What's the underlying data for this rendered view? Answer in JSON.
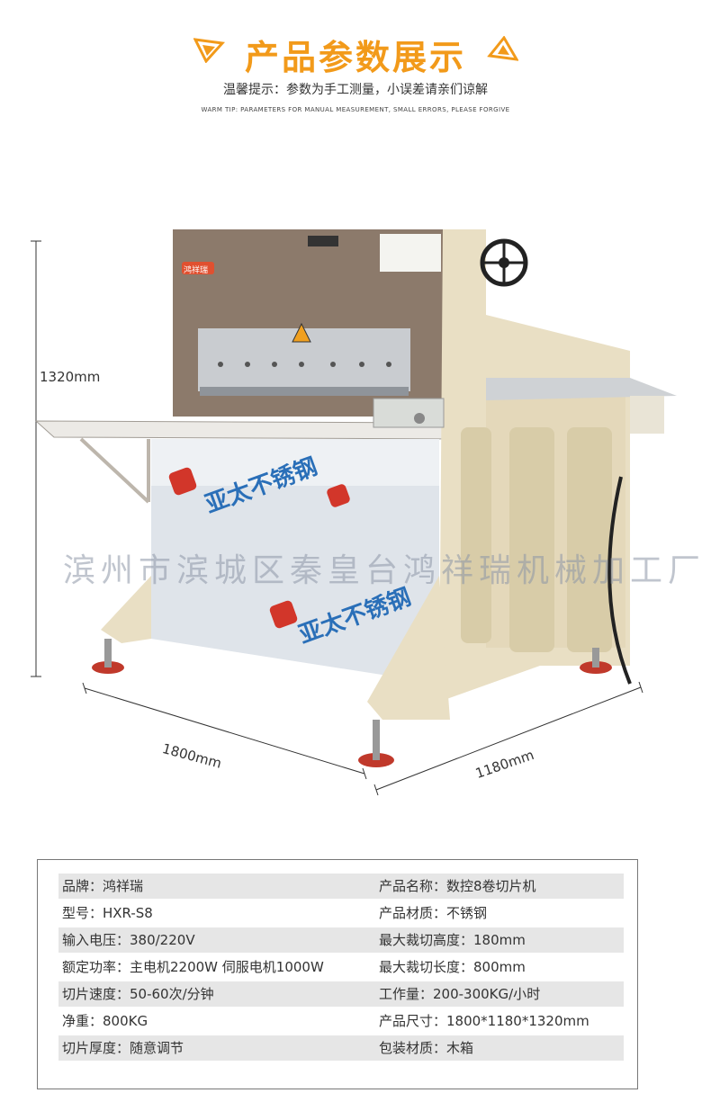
{
  "header": {
    "title": "产品参数展示",
    "subtitle": "温馨提示：参数为手工测量，小误差请亲们谅解",
    "subtitle_en": "WARM TIP: PARAMETERS FOR MANUAL MEASUREMENT, SMALL ERRORS, PLEASE FORGIVE",
    "accent_color": "#f29a1a"
  },
  "photo": {
    "height_label": "1320mm",
    "width_label": "1800mm",
    "depth_label": "1180mm",
    "panel_logo": "亚太不锈钢",
    "brand_plate": "鸿祥瑞",
    "watermark": "滨州市滨城区秦皇台鸿祥瑞机械加工厂"
  },
  "specs": [
    {
      "left": "品牌：鸿祥瑞",
      "right": "产品名称：数控8卷切片机"
    },
    {
      "left": "型号：HXR-S8",
      "right": "产品材质：不锈钢"
    },
    {
      "left": "输入电压：380/220V",
      "right": "最大裁切高度：180mm"
    },
    {
      "left": "额定功率：主电机2200W 伺服电机1000W",
      "right": "最大裁切长度：800mm"
    },
    {
      "left": "切片速度：50-60次/分钟",
      "right": "工作量：200-300KG/小时"
    },
    {
      "left": "净重：800KG",
      "right": "产品尺寸：1800*1180*1320mm"
    },
    {
      "left": "切片厚度：随意调节",
      "right": "包装材质：木箱"
    }
  ]
}
